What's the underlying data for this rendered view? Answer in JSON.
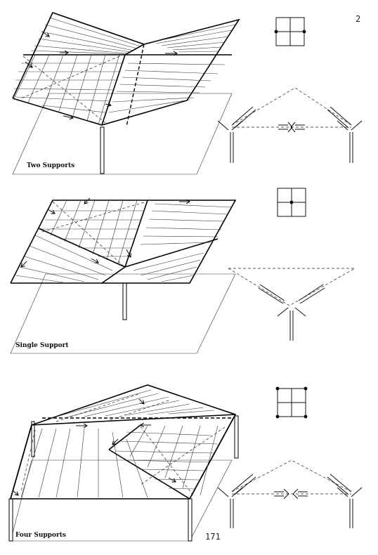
{
  "page_number": "2",
  "folio": "171",
  "panels": [
    {
      "caption": "Two Supports"
    },
    {
      "caption": "Single Support"
    },
    {
      "caption": "Four Supports"
    }
  ]
}
